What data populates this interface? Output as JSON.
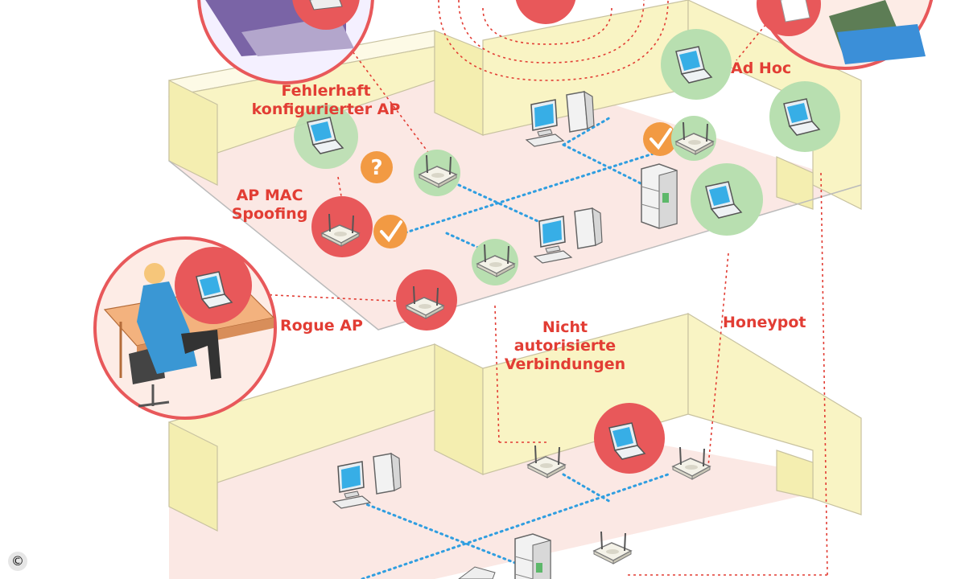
{
  "labels": {
    "misconfigured_ap": [
      "Fehlerhaft",
      "konfigurierter AP"
    ],
    "ad_hoc": "Ad Hoc",
    "ap_mac_spoofing": [
      "AP MAC",
      "Spoofing"
    ],
    "rogue_ap": "Rogue AP",
    "unauthorized_connections": [
      "Nicht",
      "autorisierte",
      "Verbindungen"
    ],
    "honeypot": "Honeypot"
  },
  "copyright_mark": "©",
  "colors": {
    "label_red": "#e23d34",
    "wall_yellow": "#f9f4c4",
    "floor_pink": "#fbe8e4",
    "threat_red": "#e8585a",
    "safe_green": "#b8dfb0",
    "check_orange": "#f29a43",
    "ethernet_blue": "#2f9ee0"
  }
}
